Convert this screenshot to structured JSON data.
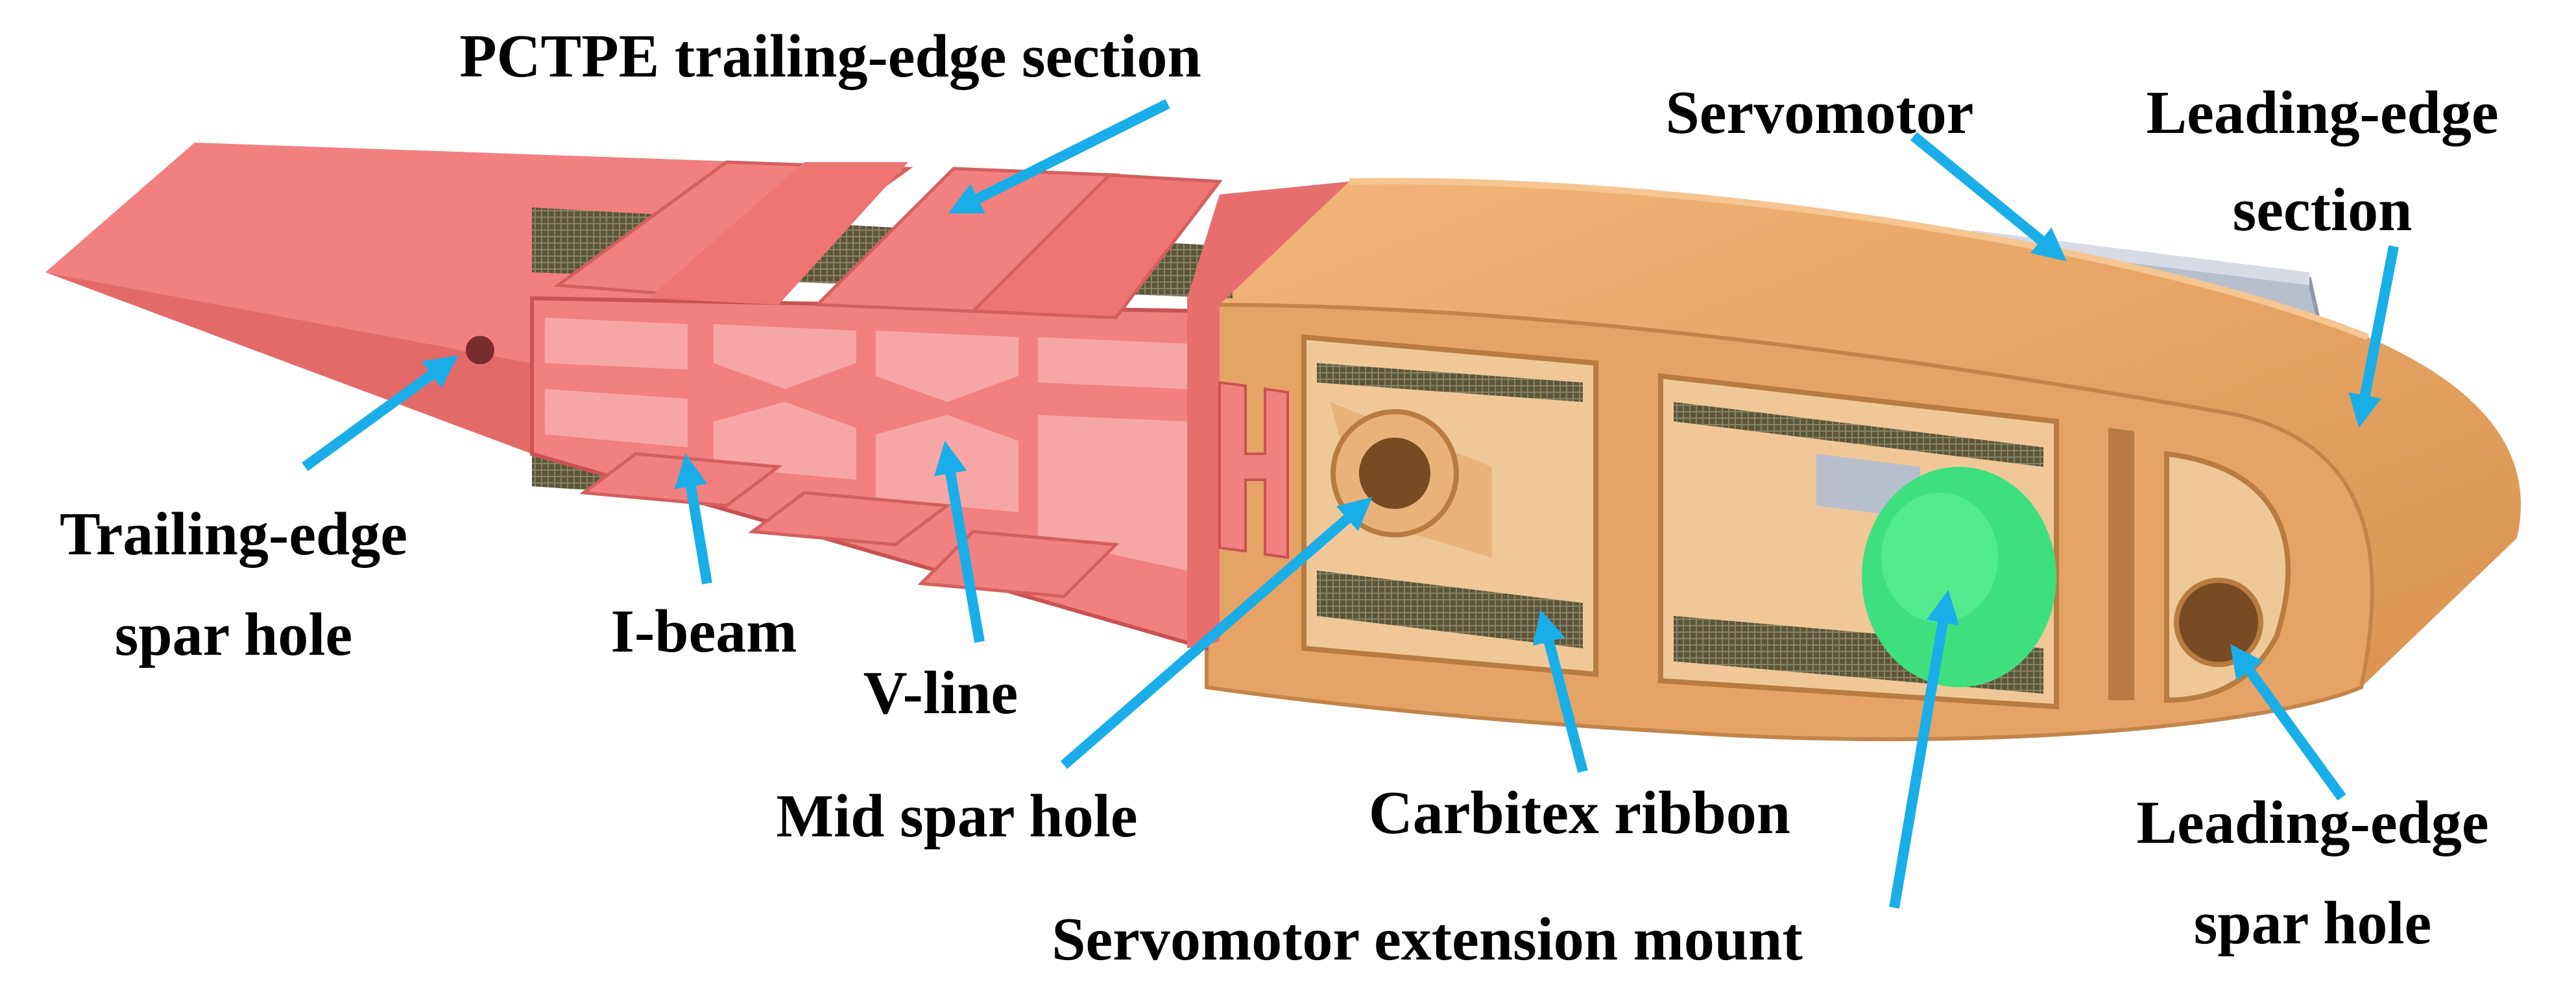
{
  "labels": {
    "pctpe_section": "PCTPE trailing-edge section",
    "servomotor": "Servomotor",
    "leading_edge_section_line1": "Leading-edge",
    "leading_edge_section_line2": "section",
    "trailing_edge_spar_hole_line1": "Trailing-edge",
    "trailing_edge_spar_hole_line2": "spar hole",
    "i_beam": "I-beam",
    "v_line": "V-line",
    "mid_spar_hole": "Mid spar hole",
    "carbitex_ribbon": "Carbitex ribbon",
    "servomotor_extension_mount": "Servomotor extension mount",
    "leading_edge_spar_hole_line1": "Leading-edge",
    "leading_edge_spar_hole_line2": "spar hole"
  },
  "colors": {
    "pctpe": "#f07878",
    "pctpe_dark": "#d85a5a",
    "wood": "#e8a868",
    "wood_dark": "#c9864a",
    "ribbon": "#6b6348",
    "servo": "#b8bfcc",
    "mount": "#3ee07e",
    "arrow": "#1aaee8"
  }
}
